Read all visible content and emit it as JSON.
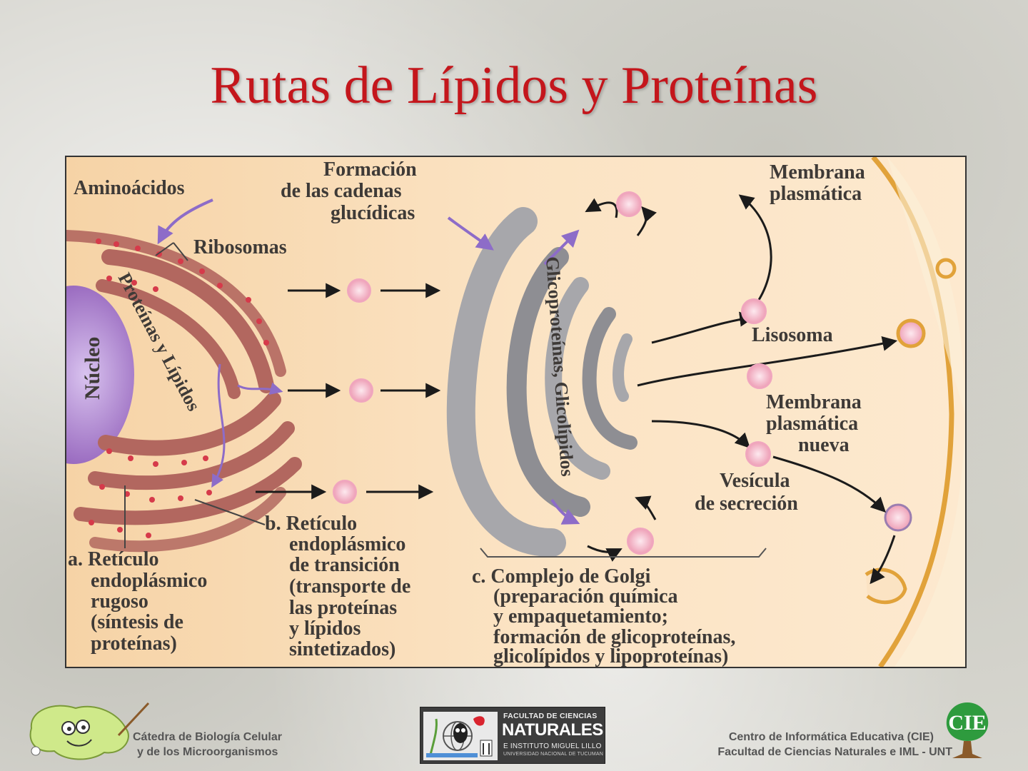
{
  "slide": {
    "title": "Rutas de Lípidos y Proteínas"
  },
  "diagram": {
    "aminoacidos": "Aminoácidos",
    "ribosomas": "Ribosomas",
    "formacion_l1": "Formación",
    "formacion_l2": "de las cadenas",
    "formacion_l3": "glucídicas",
    "membrana_l1": "Membrana",
    "membrana_l2": "plasmática",
    "nucleo": "Núcleo",
    "proteinas_lipidos": "Proteínas y Lípidos",
    "glico": "Glicoproteínas, Glicolípidos",
    "lisosoma": "Lisosoma",
    "membrana_nueva_l1": "Membrana",
    "membrana_nueva_l2": "plasmática",
    "membrana_nueva_l3": "nueva",
    "vesicula_l1": "Vesícula",
    "vesicula_l2": "de secreción",
    "a_l1": "a. Retículo",
    "a_l2": "endoplásmico",
    "a_l3": "rugoso",
    "a_l4": "(síntesis de",
    "a_l5": "proteínas)",
    "b_l1": "b. Retículo",
    "b_l2": "endoplásmico",
    "b_l3": "de transición",
    "b_l4": "(transporte de",
    "b_l5": "las proteínas",
    "b_l6": "y lípidos",
    "b_l7": "sintetizados)",
    "c_l1": "c. Complejo de Golgi",
    "c_l2": "(preparación química",
    "c_l3": "y empaquetamiento;",
    "c_l4": "formación de glicoproteínas,",
    "c_l5": "glicolípidos y lipoproteínas)"
  },
  "footer": {
    "left_l1": "Cátedra de Biología Celular",
    "left_l2": "y de los Microorganismos",
    "center_l1": "FACULTAD DE CIENCIAS",
    "center_l2": "NATURALES",
    "center_l3": "E INSTITUTO MIGUEL LILLO",
    "center_l4": "UNIVERSIDAD NACIONAL DE TUCUMAN",
    "right_l1": "Centro de Informática Educativa (CIE)",
    "right_l2": "Facultad de Ciencias Naturales e IML - UNT"
  },
  "colors": {
    "title": "#c4161c",
    "er": "#b2675f",
    "golgi": "#a7a7ab",
    "vesicle": "#f4c1d0",
    "membrane": "#e1a23a",
    "arrow_purple": "#8d6cc8"
  }
}
